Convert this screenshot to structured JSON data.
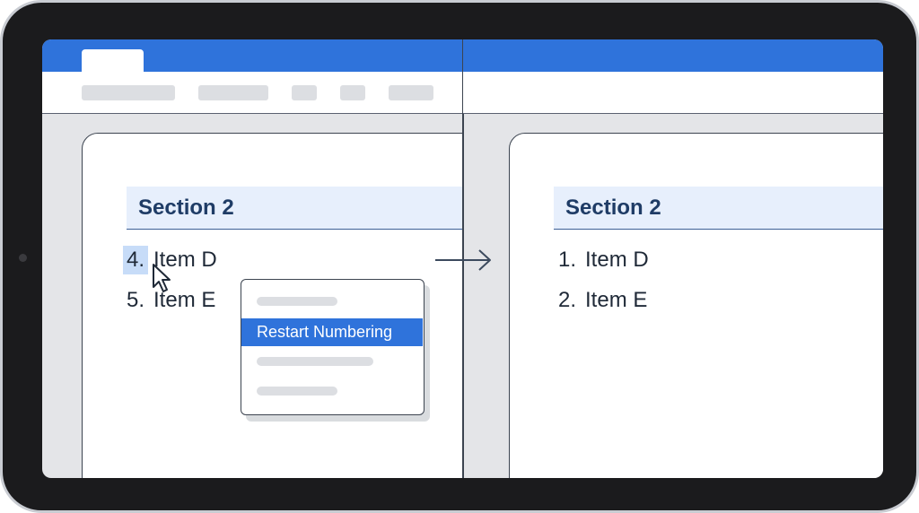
{
  "colors": {
    "title_bar": "#2f73db",
    "menu_highlight": "#2f73db",
    "selection": "#c7dcf8",
    "heading_bg": "#e7effc",
    "heading_text": "#1f3c66"
  },
  "before": {
    "section_title": "Section 2",
    "items": [
      {
        "number": "4.",
        "label": "Item D",
        "selected": true
      },
      {
        "number": "5.",
        "label": "Item E",
        "selected": false
      }
    ],
    "context_menu": {
      "highlighted_item": "Restart Numbering"
    }
  },
  "after": {
    "section_title": "Section 2",
    "items": [
      {
        "number": "1.",
        "label": "Item D"
      },
      {
        "number": "2.",
        "label": "Item E"
      }
    ]
  },
  "icons": {
    "cursor": "mouse-pointer-icon",
    "transition": "arrow-right-icon"
  }
}
